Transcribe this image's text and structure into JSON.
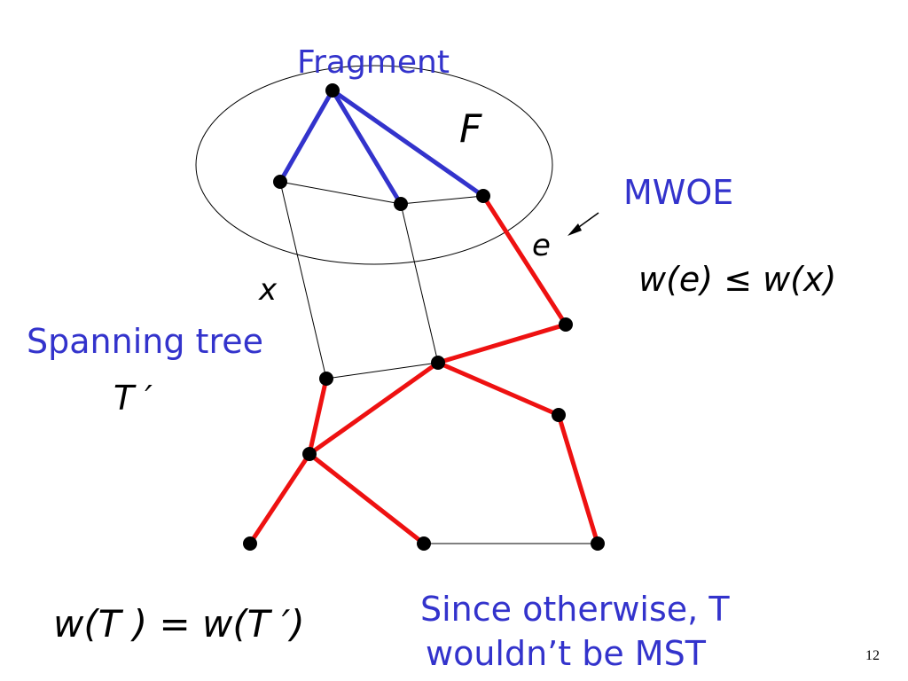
{
  "colors": {
    "accent_blue": "#3333cc",
    "tree_red": "#ee1111",
    "edge_black": "#000000"
  },
  "labels": {
    "fragment_title": "Fragment",
    "fragment_symbol": "F",
    "mwoe": "MWOE",
    "edge_e": "e",
    "edge_x": "x",
    "inequality": "w(e) ≤ w(x)",
    "spanning_tree": "Spanning tree",
    "tree_symbol": "T ′",
    "equality": "w(T ) = w(T ′)",
    "since_line1": "Since otherwise, T",
    "since_line2": "wouldn’t be MST",
    "page_number": "12"
  }
}
